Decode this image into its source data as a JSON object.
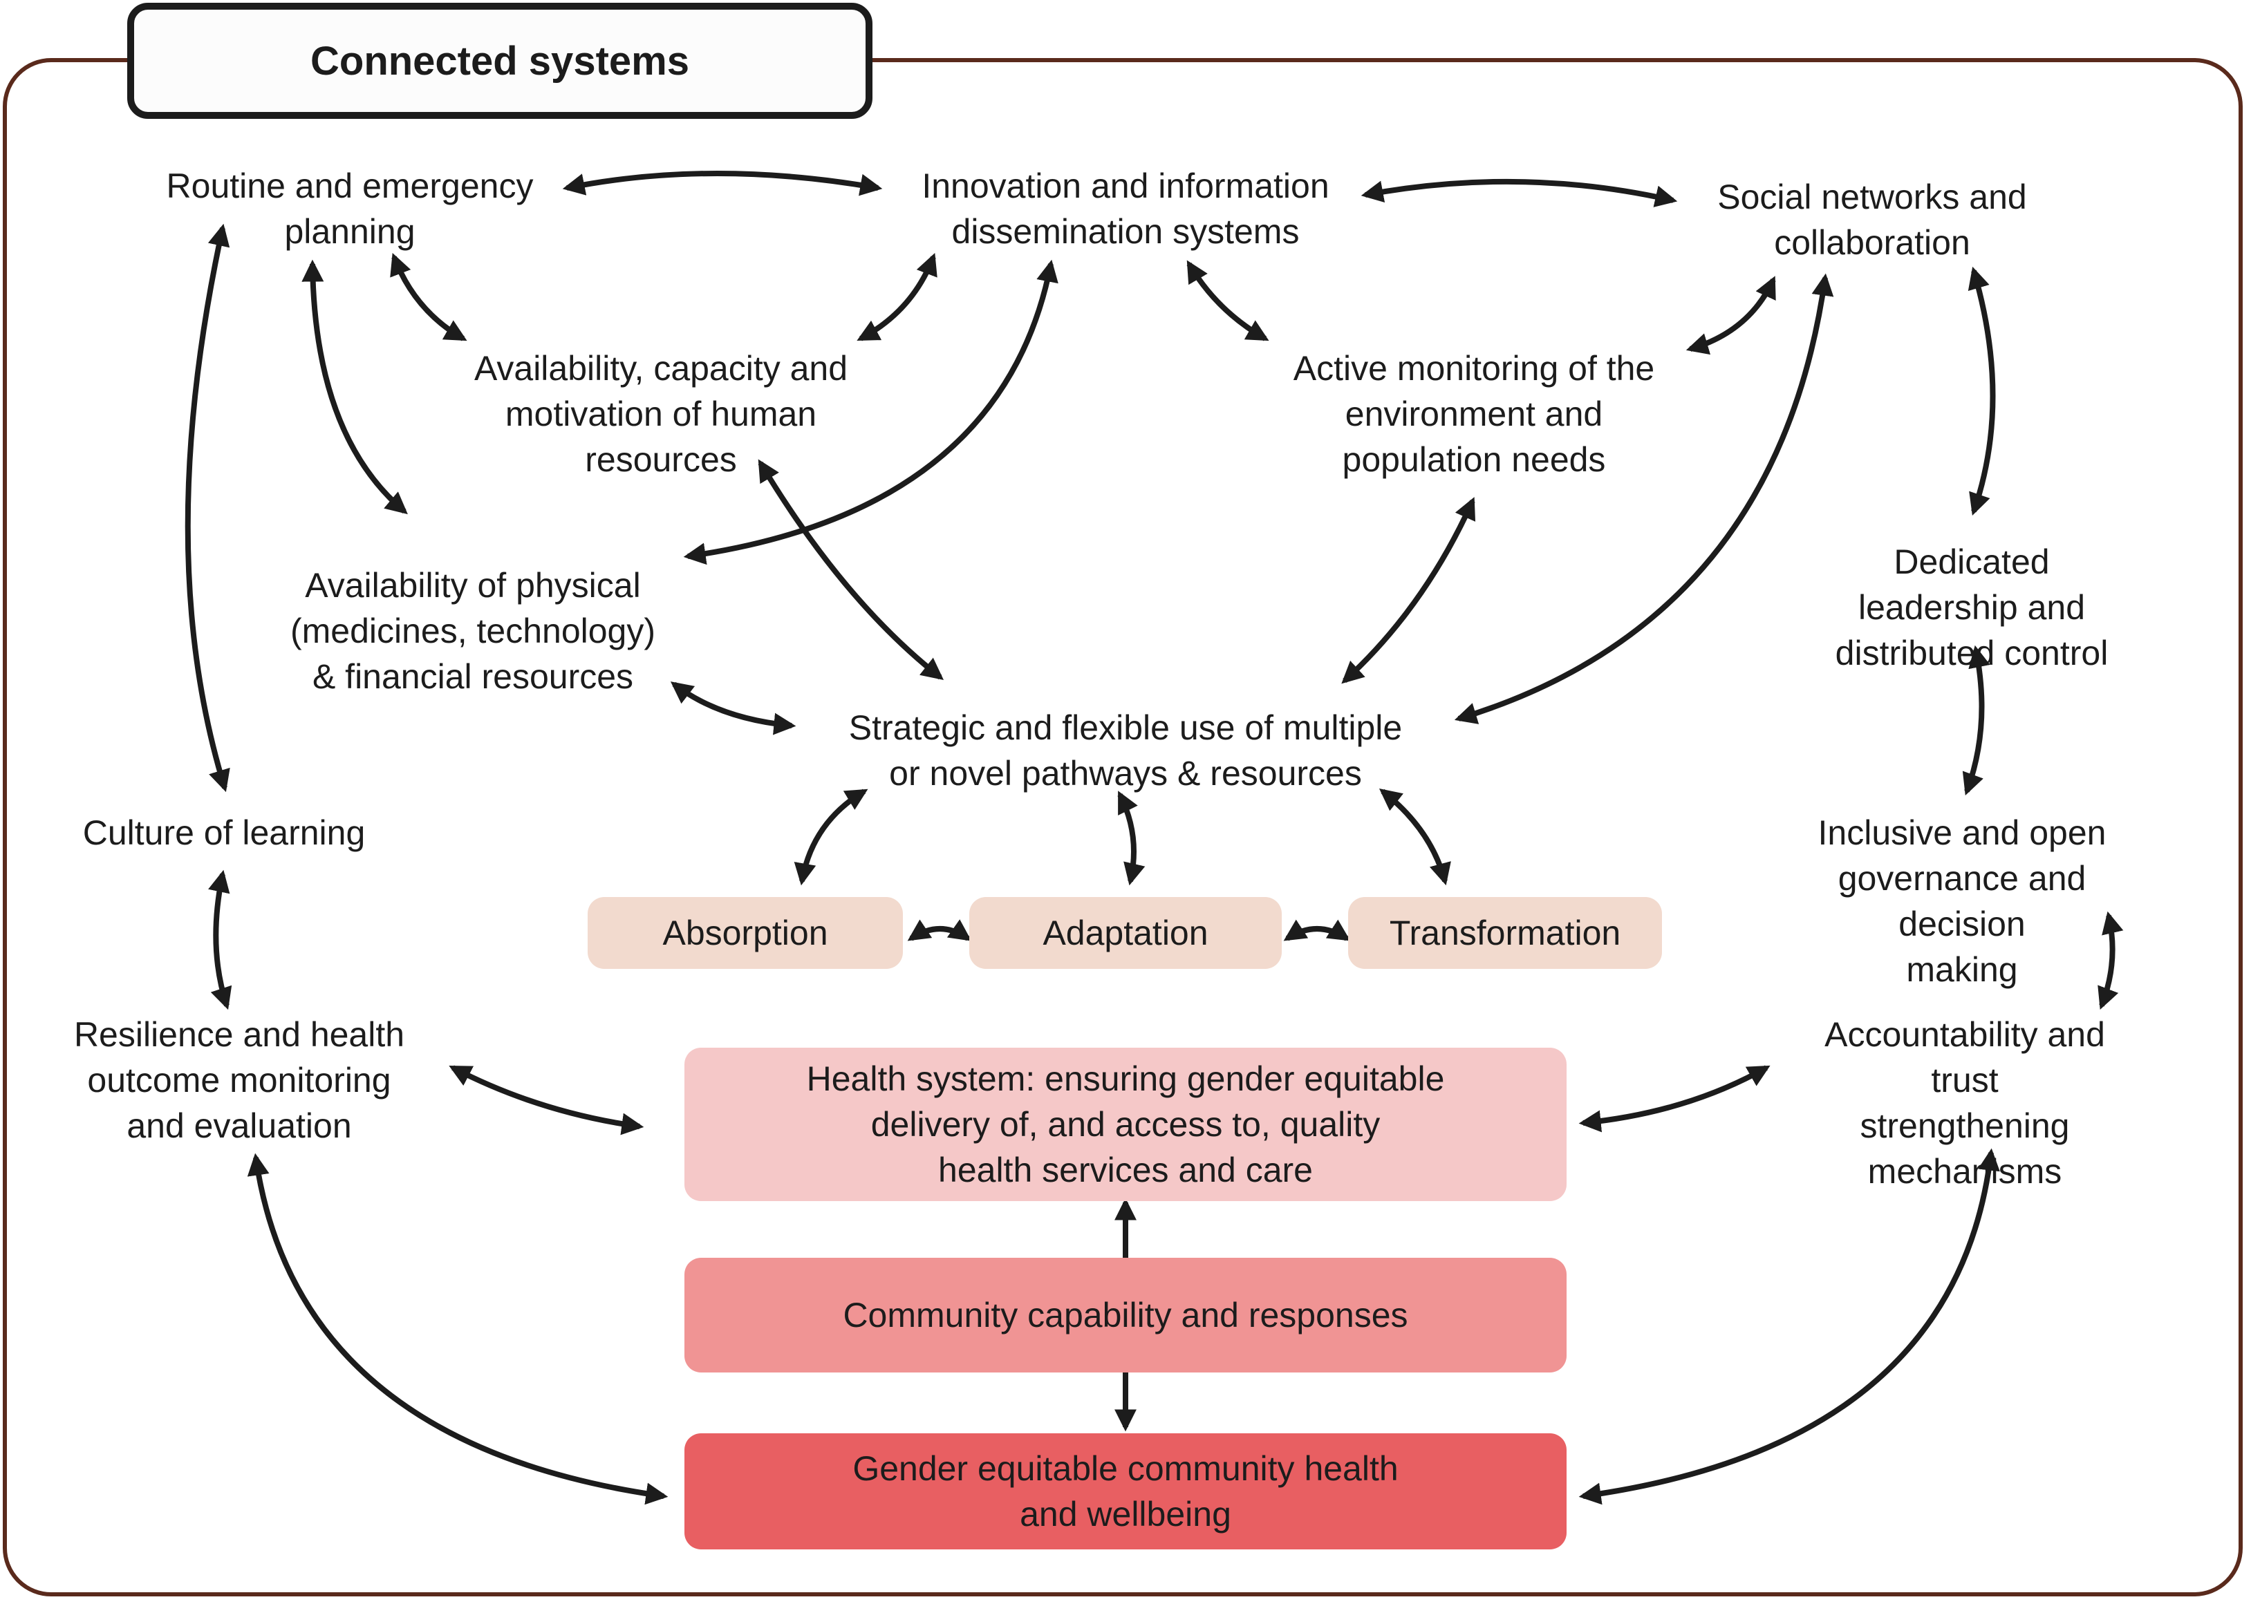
{
  "title": "Connected systems",
  "colors": {
    "frame": "#5a2a1c",
    "capacity_box": "#f2dace",
    "health_system_box": "#f5c8c8",
    "community_box": "#f09494",
    "outcome_box": "#e85f62",
    "arrow": "#1c1c1c"
  },
  "nodes": {
    "routine_planning": "Routine and emergency\nplanning",
    "innovation_info": "Innovation and information\ndissemination systems",
    "social_networks": "Social networks and\ncollaboration",
    "human_resources": "Availability, capacity and\nmotivation of human\nresources",
    "active_monitoring": "Active monitoring of the\nenvironment and\npopulation needs",
    "dedicated_leadership": "Dedicated leadership and\ndistributed control",
    "physical_resources": "Availability of physical\n(medicines, technology)\n& financial resources",
    "strategic_use": "Strategic and flexible use of multiple\nor novel pathways & resources",
    "culture_learning": "Culture of learning",
    "inclusive_governance": "Inclusive and open\ngovernance and decision\nmaking",
    "resilience_monitoring": "Resilience and health\noutcome monitoring\nand evaluation",
    "accountability": "Accountability and\ntrust strengthening\nmechanisms"
  },
  "capacities": [
    "Absorption",
    "Adaptation",
    "Transformation"
  ],
  "core_boxes": {
    "health_system": "Health system: ensuring gender equitable\ndelivery of, and access to, quality\nhealth services and care",
    "community": "Community capability and responses",
    "outcome": "Gender equitable community health\nand wellbeing"
  }
}
